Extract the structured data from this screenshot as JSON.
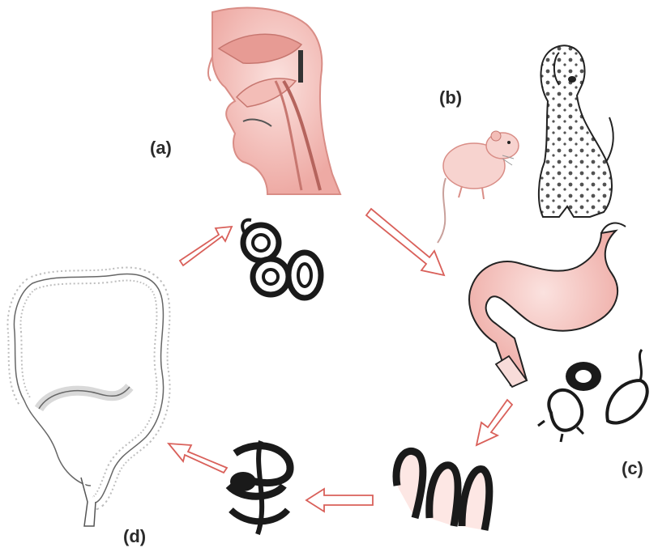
{
  "labels": {
    "a": "(a)",
    "b": "(b)",
    "c": "(c)",
    "d": "(d)"
  },
  "colors": {
    "pink_fill": "#f4c6c2",
    "pink_dark": "#d98d86",
    "arrow_stroke": "#d9605a",
    "ink": "#1a1a1a"
  }
}
